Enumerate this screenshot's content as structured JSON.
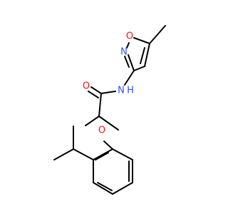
{
  "molecule": {
    "atoms": {
      "oxygen_isoxazole": {
        "label": "O",
        "color": "#ff0d0d"
      },
      "nitrogen_isoxazole": {
        "label": "N",
        "color": "#3050f8"
      },
      "amide_nitrogen": {
        "label": "N",
        "color": "#3050f8"
      },
      "amide_hydrogen": {
        "label": "H",
        "color": "#3050f8"
      },
      "carbonyl_oxygen": {
        "label": "O",
        "color": "#ff0d0d"
      },
      "ether_oxygen": {
        "label": "O",
        "color": "#ff0d0d"
      }
    },
    "bond_color": "#000000",
    "background": "#ffffff"
  }
}
